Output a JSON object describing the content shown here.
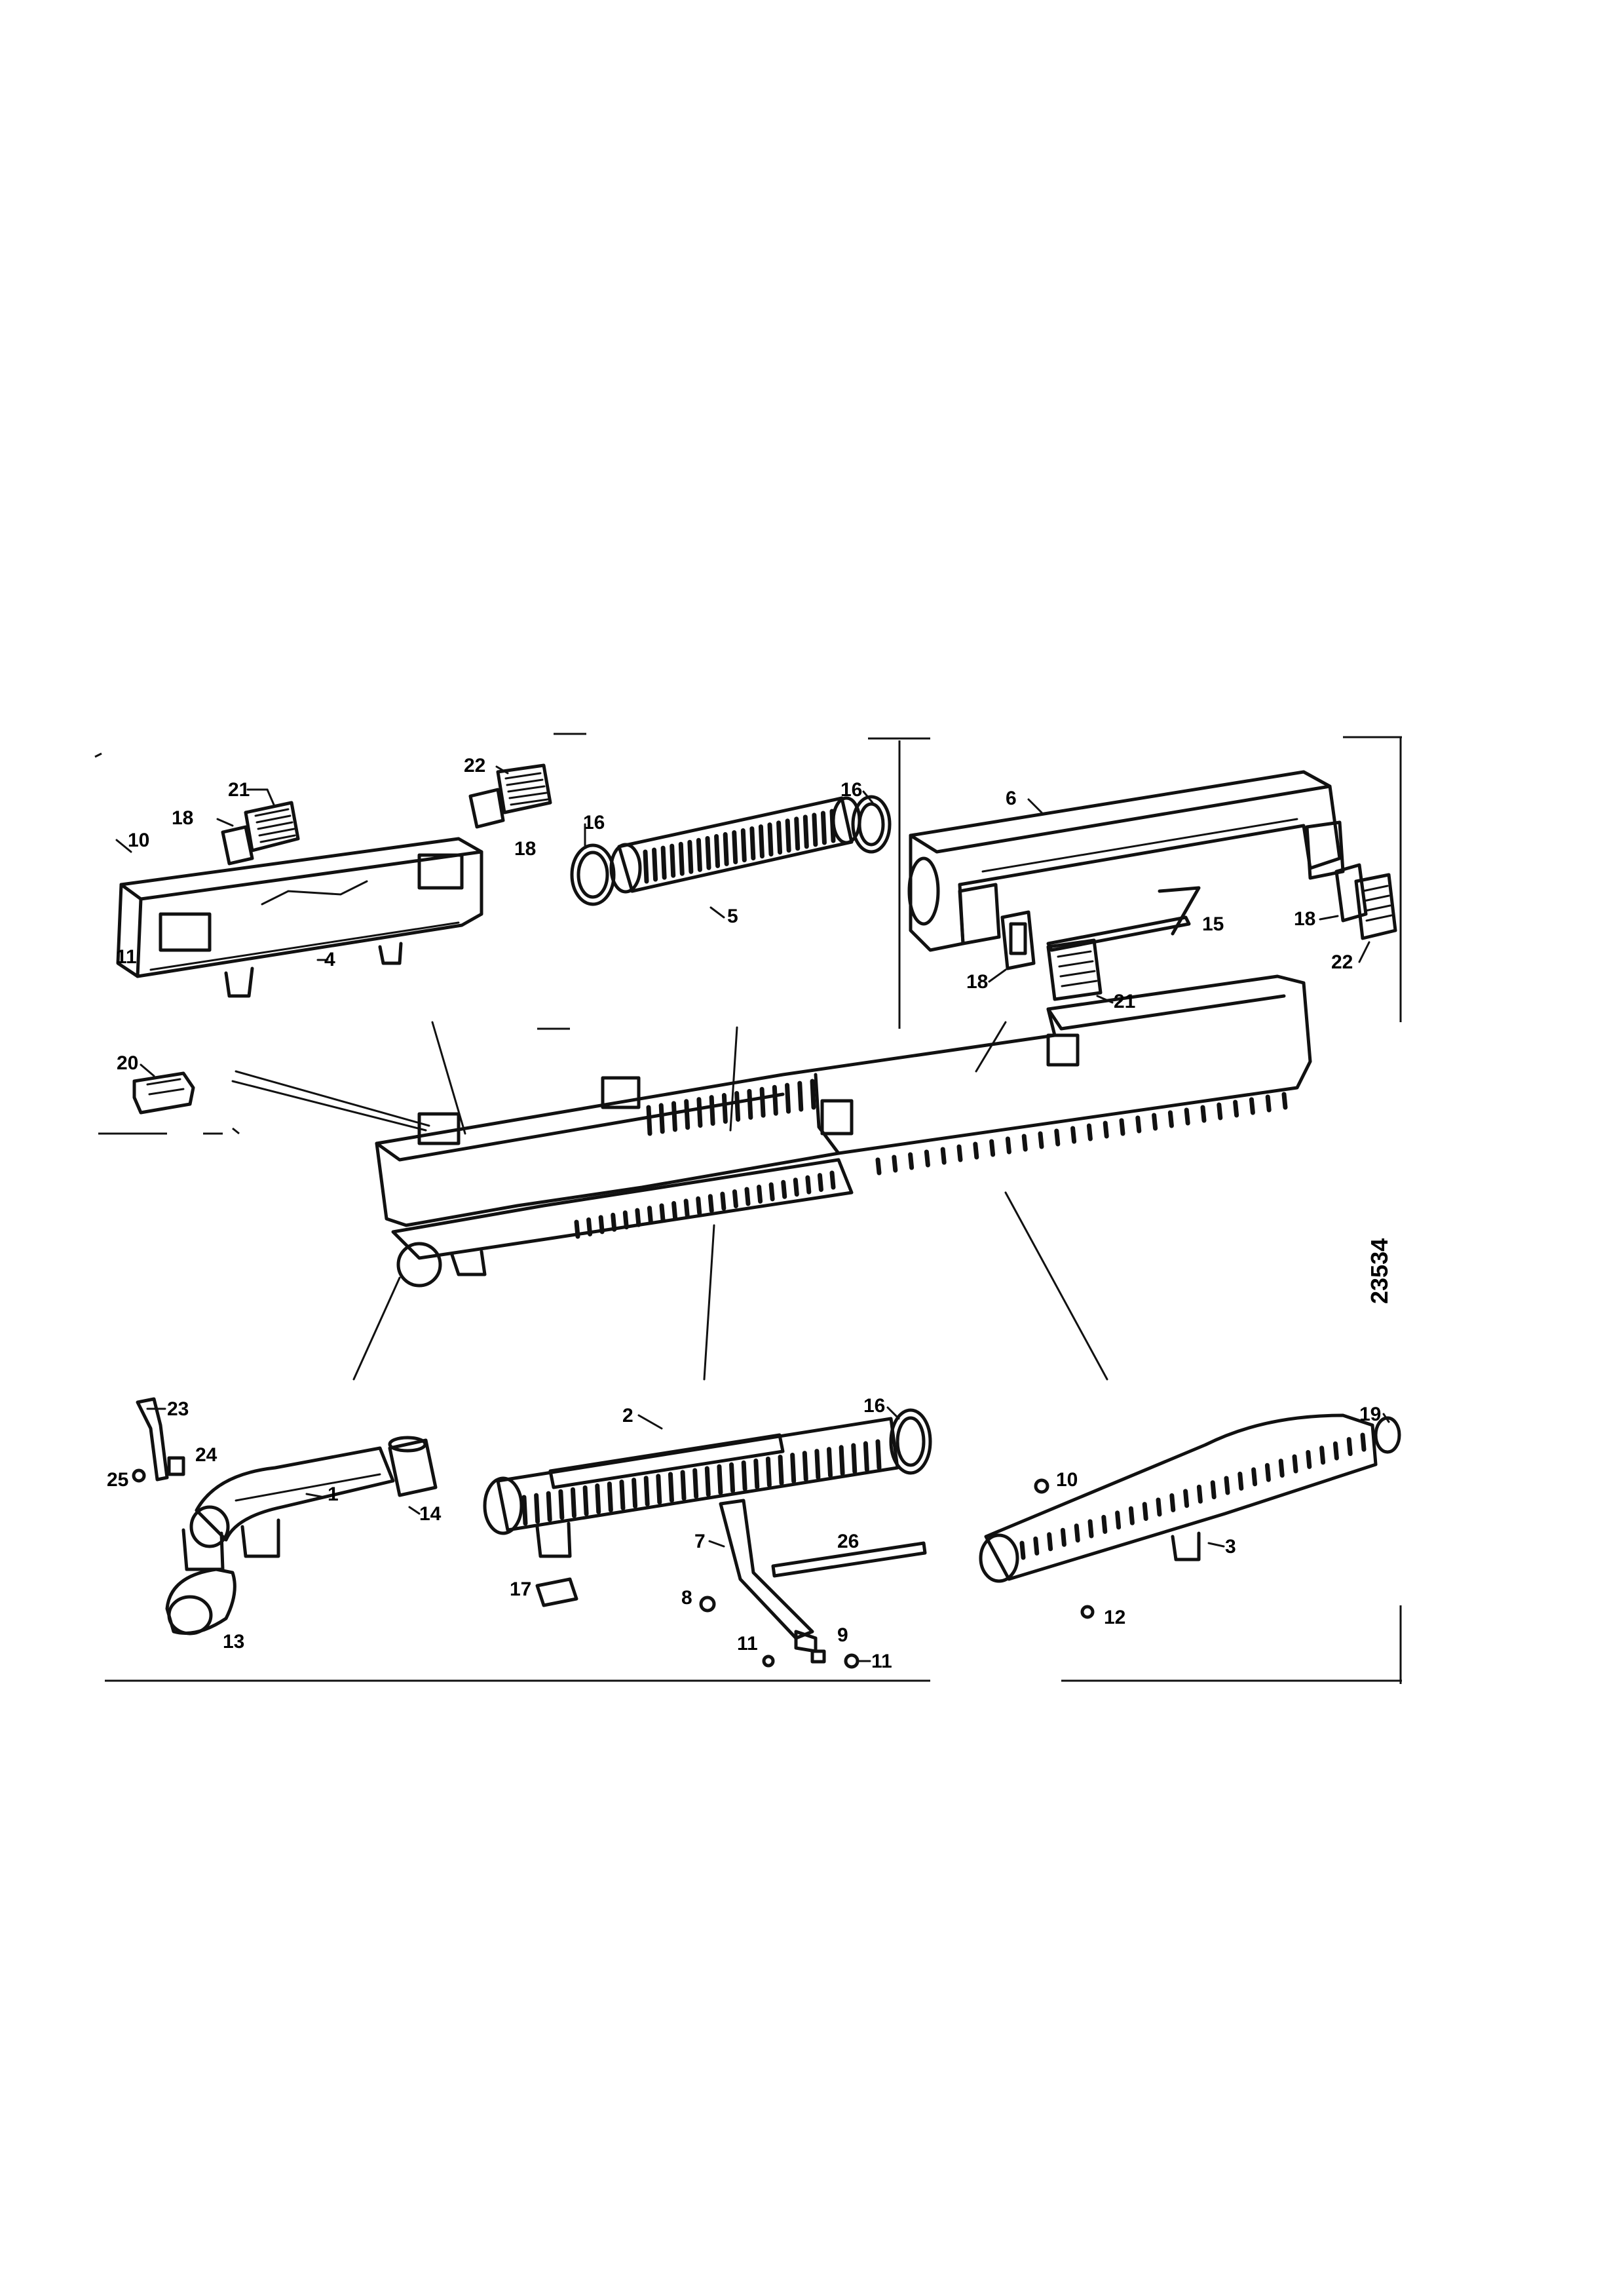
{
  "diagram": {
    "reference_number": "23534",
    "callouts": [
      "1",
      "2",
      "3",
      "4",
      "5",
      "6",
      "7",
      "8",
      "9",
      "10",
      "11",
      "12",
      "13",
      "14",
      "15",
      "16",
      "17",
      "18",
      "19",
      "20",
      "21",
      "22",
      "23",
      "24",
      "25",
      "26"
    ]
  },
  "colors": {
    "ink": "#111111",
    "paper": "#ffffff"
  }
}
